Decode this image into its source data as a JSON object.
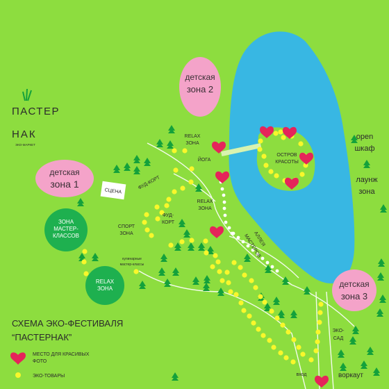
{
  "logo": {
    "line1": "ПАСТЕР",
    "line2": "НАК",
    "tagline": "ЭКО-МАРКЕТ"
  },
  "colors": {
    "grass": "#8ddd3f",
    "lake": "#38b7e3",
    "island": "#8ddd3f",
    "kids_zone": "#f4a3c9",
    "circle_zone": "#1eb04f",
    "heart": "#e5245a",
    "eco_dot": "#f8f72b",
    "tree": "#14a13b",
    "path": "#ffffff"
  },
  "zones": {
    "kids1_line1": "детская",
    "kids1_line2": "зона 1",
    "kids2_line1": "детская",
    "kids2_line2": "зона 2",
    "kids3_line1": "детская",
    "kids3_line2": "зона 3",
    "masterclass_line1": "ЗОНА",
    "masterclass_line2": "МАСТЕР-",
    "masterclass_line3": "КЛАССОВ",
    "relax_green_line1": "RELAX",
    "relax_green_line2": "ЗОНА",
    "relax_top_line1": "RELAX",
    "relax_top_line2": "ЗОНА",
    "relax_mid_line1": "RELAX",
    "relax_mid_line2": "ЗОНА",
    "yoga": "ЙОГА",
    "island_line1": "ОСТРОВ",
    "island_line2": "КРАСОТЫ",
    "stage": "СЦЕНА",
    "food_court_1": "ФУД-КОРТ",
    "food_court_2_line1": "ФУД-",
    "food_court_2_line2": "КОРТ",
    "sport_line1": "СПОРТ",
    "sport_line2": "ЗОНА",
    "culinary_line1": "кулинарные",
    "culinary_line2": "мастер-классы",
    "alley_line1": "АЛЛЕЯ",
    "alley_line2": "МАСТЕРОВ",
    "open_line1": "open",
    "open_line2": "шкаф",
    "lounge_line1": "лаунж",
    "lounge_line2": "зона",
    "eco_garden_line1": "ЭКО-",
    "eco_garden_line2": "САД",
    "entrance": "вход",
    "workout": "воркаут"
  },
  "title": {
    "line1": "СХЕМА ЭКО-ФЕСТИВАЛЯ",
    "line2": "“ПАСТЕРНАК”"
  },
  "legend": {
    "heart_line1": "МЕСТО ДЛЯ КРАСИВЫХ",
    "heart_line2": "ФОТО",
    "dot_label": "ЭКО-ТОВАРЫ"
  }
}
